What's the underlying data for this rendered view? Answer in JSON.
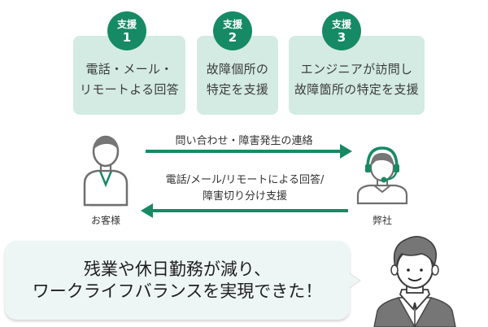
{
  "colors": {
    "accent": "#168a65",
    "box_bg": "#d3ebe3",
    "bubble_bg": "#eef6f5",
    "icon_gray": "#767676"
  },
  "supports": [
    {
      "badge_top": "支援",
      "badge_num": "1",
      "lines": [
        "電話・メール・",
        "リモートよる回答"
      ]
    },
    {
      "badge_top": "支援",
      "badge_num": "2",
      "lines": [
        "故障個所の",
        "特定を支援"
      ]
    },
    {
      "badge_top": "支援",
      "badge_num": "3",
      "lines": [
        "エンジニアが訪問し",
        "故障箇所の特定を支援"
      ]
    }
  ],
  "flow": {
    "to_company": "問い合わせ・障害発生の連絡",
    "to_customer": [
      "電話/メール/リモートによる回答/",
      "障害切り分け支援"
    ]
  },
  "people": {
    "customer": "お客様",
    "company": "弊社",
    "customer_icon": "customer-person-icon",
    "company_icon": "support-operator-headset-icon",
    "speaker_icon": "smiling-man-icon"
  },
  "testimonial": [
    "残業や休日勤務が減り、",
    "ワークライフバランスを実現できた！"
  ]
}
